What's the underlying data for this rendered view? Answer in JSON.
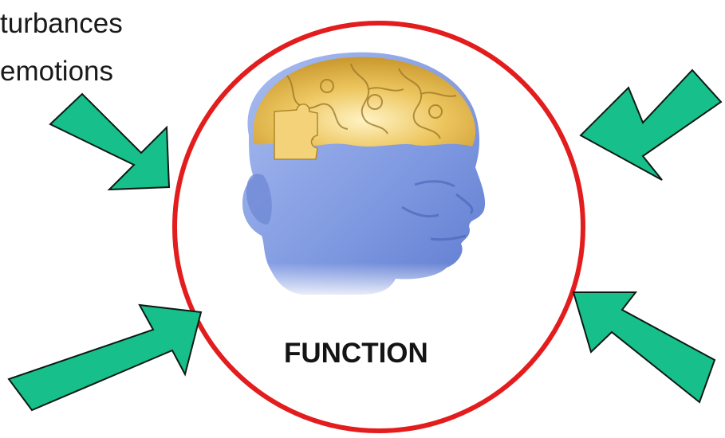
{
  "caption": {
    "line1": "turbances",
    "line2": "emotions"
  },
  "center_label": "FUNCTION",
  "colors": {
    "circle_outline": "#e31d1d",
    "arrow_fill": "#17bf8a",
    "arrow_outline": "#0d1a14",
    "brain_top": "#e8bc54",
    "head_skin": "#8ea6e6"
  },
  "arrows": [
    {
      "name": "arrow-top-left",
      "direction": "down-right"
    },
    {
      "name": "arrow-top-right",
      "direction": "down-left"
    },
    {
      "name": "arrow-bottom-left",
      "direction": "up-right"
    },
    {
      "name": "arrow-bottom-right",
      "direction": "up-left"
    }
  ],
  "image": {
    "name": "head-brain-puzzle-image",
    "description_icon": "head-with-puzzle-brain"
  }
}
